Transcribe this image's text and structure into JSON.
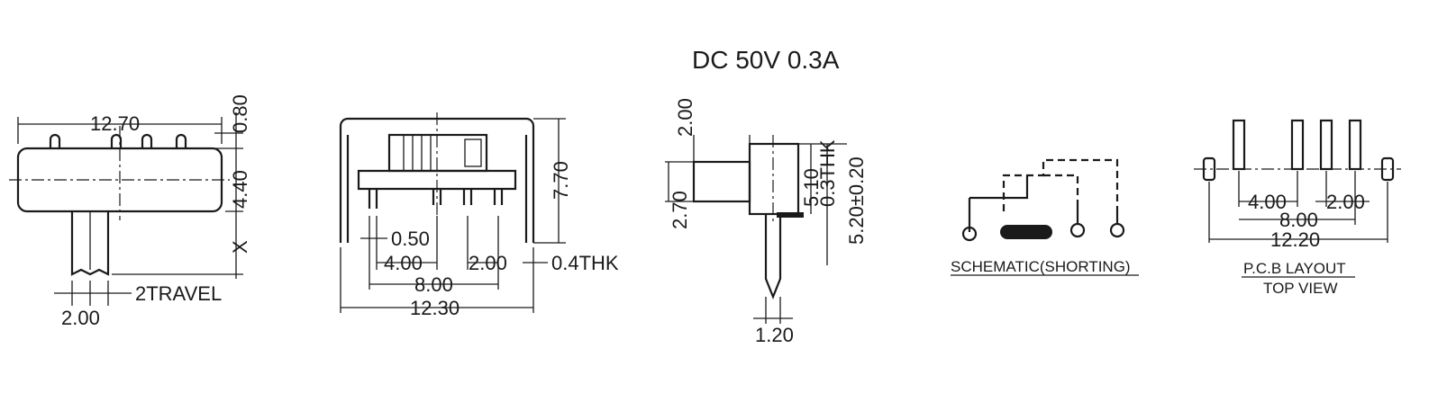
{
  "rating": "DC  50V  0.3A",
  "front_view": {
    "width": "12.70",
    "top_offset": "0.80",
    "height": "4.40",
    "lever": "X",
    "travel": "2TRAVEL",
    "lever_width": "2.00"
  },
  "side_view": {
    "height": "7.70",
    "pin_width": "0.50",
    "pin_pitch_a": "4.00",
    "pin_pitch_b": "2.00",
    "thickness": "0.4THK",
    "pin_span": "8.00",
    "body_width": "12.30"
  },
  "end_view": {
    "lever_length": "2.00",
    "lever_height": "2.70",
    "body_a": "5.10",
    "plate_thk": "0.3THK",
    "body_b": "5.20±0.20",
    "pin_width": "1.20"
  },
  "schematic": {
    "caption": "SCHEMATIC(SHORTING)"
  },
  "pcb": {
    "pitch_a": "4.00",
    "pitch_b": "2.00",
    "span_a": "8.00",
    "span_b": "12.20",
    "caption_1": "P.C.B LAYOUT",
    "caption_2": "TOP VIEW"
  }
}
